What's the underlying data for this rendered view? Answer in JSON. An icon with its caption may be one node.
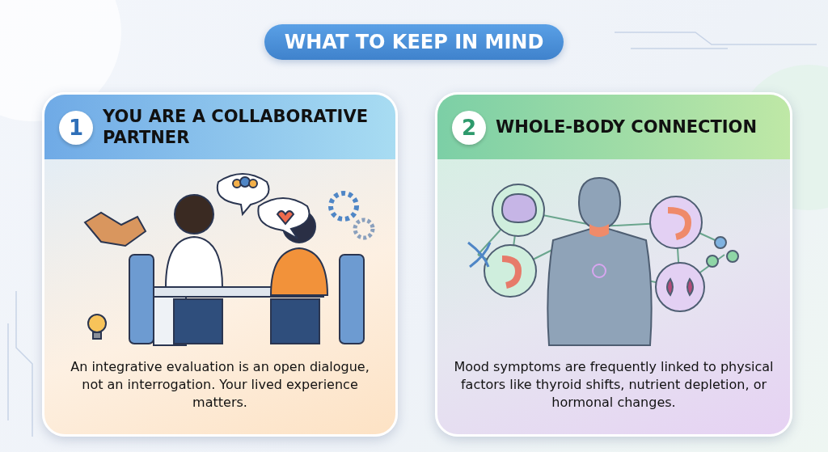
{
  "diagram": {
    "title": "WHAT TO KEEP IN MIND",
    "nodes": [
      {
        "text": [
          "YOU ARE A COLLABORATIVE PARTNER",
          "An integrative evaluation is an open dialogue, not an interrogation. Your lived experience matters."
        ]
      },
      {
        "text": [
          "1"
        ],
        "in": 0
      },
      {
        "text": [
          "WHOLE-BODY CONNECTION",
          "Mood symptoms are frequently linked to physical factors like thyroid shifts, nutrient depletion, or hormonal changes."
        ]
      },
      {
        "text": [
          "2"
        ],
        "in": 2
      }
    ]
  }
}
